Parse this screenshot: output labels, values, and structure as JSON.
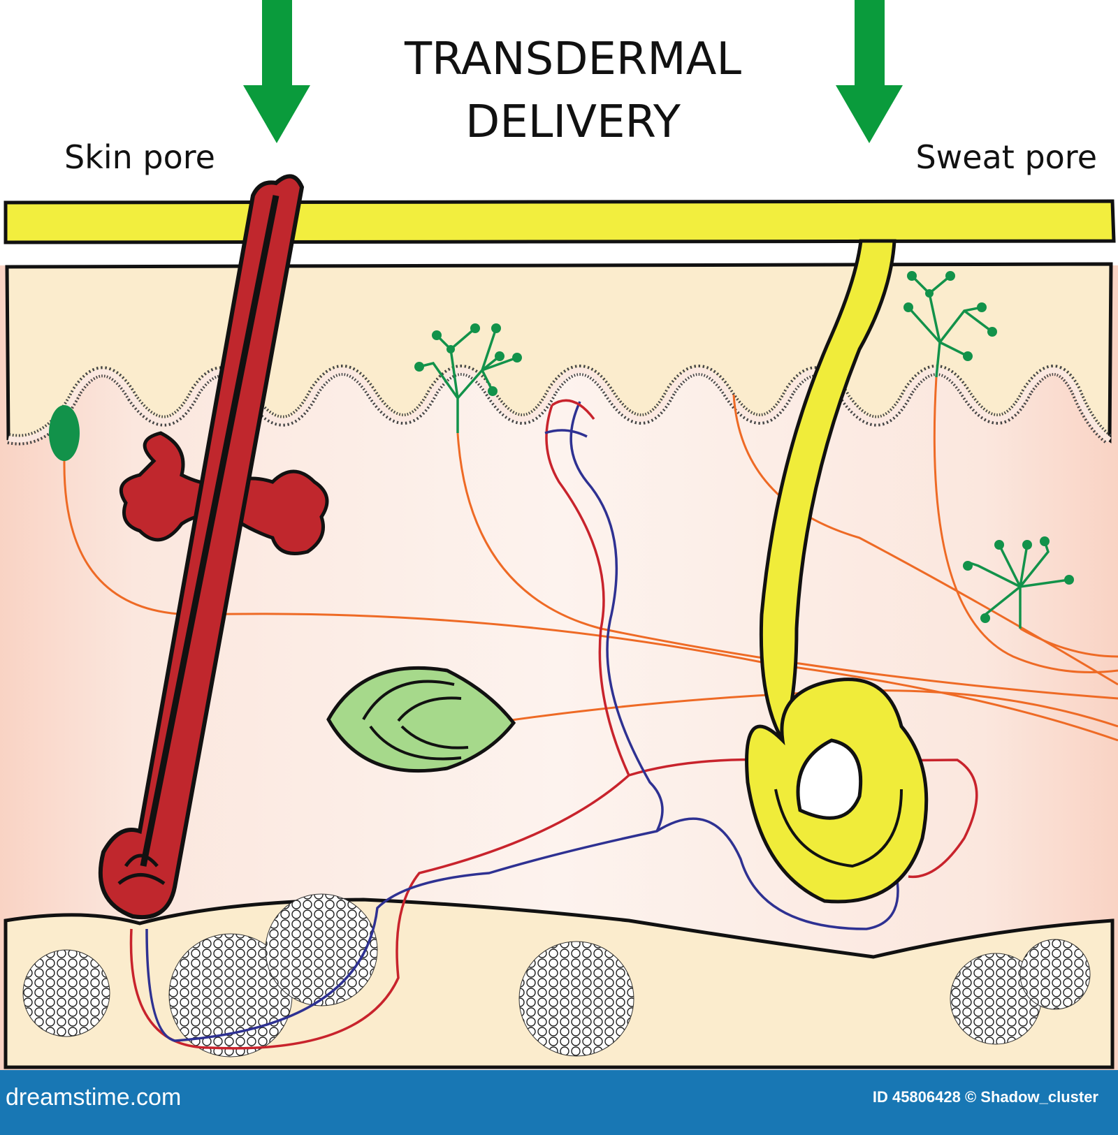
{
  "title": {
    "line1": "TRANSDERMAL",
    "line2": "DELIVERY"
  },
  "labels": {
    "skin_pore": "Skin pore",
    "sweat_pore": "Sweat pore"
  },
  "footer": {
    "site": "dreamstime.com",
    "credit": "ID 45806428 © Shadow_cluster"
  },
  "colors": {
    "arrow": "#0a9b3c",
    "stratum": "#f2ee3e",
    "epidermis": "#fbeccd",
    "dermis": "#fbe8e0",
    "hair": "#c0272d",
    "sweat_gland": "#f0ec3a",
    "corpuscle": "#a6d98b",
    "nerve": "#ee6a25",
    "artery": "#c8232c",
    "vein": "#2e3192",
    "receptor": "#12924a",
    "footer": "#1877b4"
  }
}
